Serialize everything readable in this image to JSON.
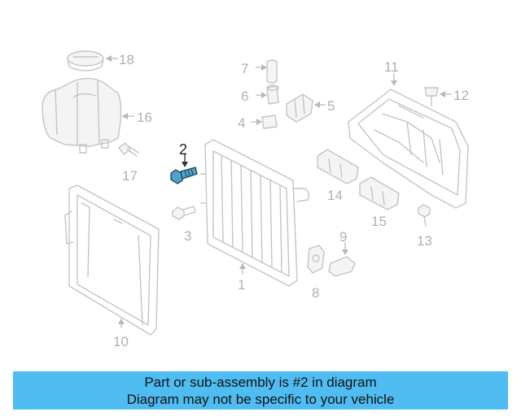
{
  "banner": {
    "line1": "Part or sub-assembly is #2 in diagram",
    "line2": "Diagram may not be specific to your vehicle",
    "color": "#4fbdf2"
  },
  "diagram": {
    "highlight_color": "#4fa3c9",
    "callouts": {
      "c1": "1",
      "c2": "2",
      "c3": "3",
      "c4": "4",
      "c5": "5",
      "c6": "6",
      "c7": "7",
      "c8": "8",
      "c9": "9",
      "c10": "10",
      "c11": "11",
      "c12": "12",
      "c13": "13",
      "c14": "14",
      "c15": "15",
      "c16": "16",
      "c17": "17",
      "c18": "18"
    }
  }
}
